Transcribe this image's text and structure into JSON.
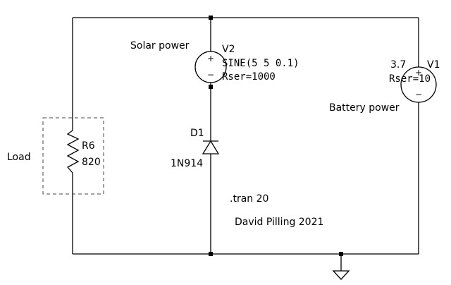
{
  "labels": {
    "load": "Load",
    "solar_power": "Solar power",
    "battery_power": "Battery power",
    "tran": ".tran 20",
    "author": "David Pilling 2021"
  },
  "components": {
    "r6": {
      "name": "R6",
      "value": "820"
    },
    "v2": {
      "name": "V2",
      "spec": "SINE(5 5 0.1)",
      "rser": "Rser=1000"
    },
    "v1": {
      "name": "V1",
      "value": "3.7",
      "rser": "Rser=10"
    },
    "d1": {
      "name": "D1",
      "model": "1N914"
    }
  },
  "symbols": {
    "plus": "+",
    "minus": "−"
  }
}
